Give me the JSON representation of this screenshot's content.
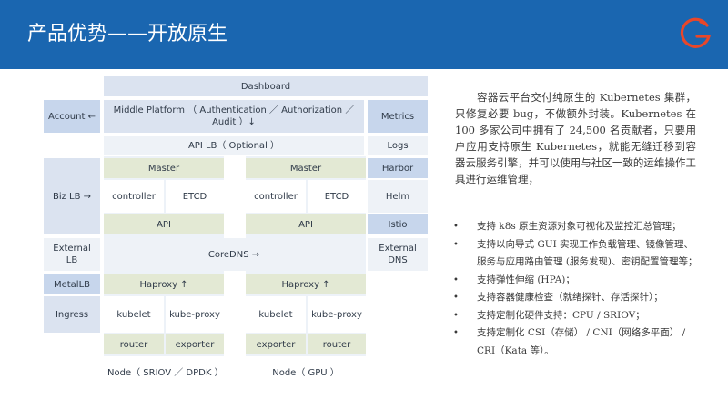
{
  "header": {
    "title": "产品优势——开放原生",
    "bar_color": "#1a66b0",
    "logo_color": "#e8472a"
  },
  "diagram": {
    "dashboard": "Dashboard",
    "account": "Account ←",
    "middle_platform": "Middle Platform （ Authentication ／ Authorization ／ Audit ）↓",
    "metrics": "Metrics",
    "api_lb": "API LB（ Optional ）",
    "logs": "Logs",
    "biz_lb": "Biz LB →",
    "master_left": "Master",
    "master_right": "Master",
    "harbor": "Harbor",
    "controller_left": "controller",
    "etcd_left": "ETCD",
    "controller_right": "controller",
    "etcd_right": "ETCD",
    "helm": "Helm",
    "api_left": "API",
    "api_right": "API",
    "istio": "Istio",
    "external_lb": "External LB",
    "coredns": "CoreDNS →",
    "external_dns": "External DNS",
    "metallb": "MetalLB",
    "haproxy_left": "Haproxy ↑",
    "haproxy_right": "Haproxy ↑",
    "ingress": "Ingress",
    "kubelet_left": "kubelet",
    "kube_proxy_left": "kube-proxy",
    "kubelet_right": "kubelet",
    "kube_proxy_right": "kube-proxy",
    "router_left": "router",
    "exporter_left": "exporter",
    "exporter_right": "exporter",
    "router_right": "router",
    "node_left": "Node（ SRIOV ／ DPDK ）",
    "node_right": "Node（ GPU ）"
  },
  "description": "容器云平台交付纯原生的 Kubernetes 集群，只修复必要 bug，不做额外封装。Kubernetes 在 100 多家公司中拥有了 24,500 名贡献者，只要用户应用支持原生 Kubernetes，就能无缝迁移到容器云服务引擎，并可以使用与社区一致的运维操作工具进行运维管理，",
  "bullets": [
    "支持 k8s 原生资源对象可视化及监控汇总管理；",
    "支持以向导式 GUI 实现工作负载管理、镜像管理、服务与应用路由管理 (服务发现)、密钥配置管理等；",
    "支持弹性伸缩 (HPA)；",
    "支持容器健康检查（就绪探针、存活探针）；",
    "支持定制化硬件支持：CPU / SRIOV；",
    "支持定制化 CSI（存储） / CNI（网络多平面） / CRI（Kata 等）。"
  ]
}
